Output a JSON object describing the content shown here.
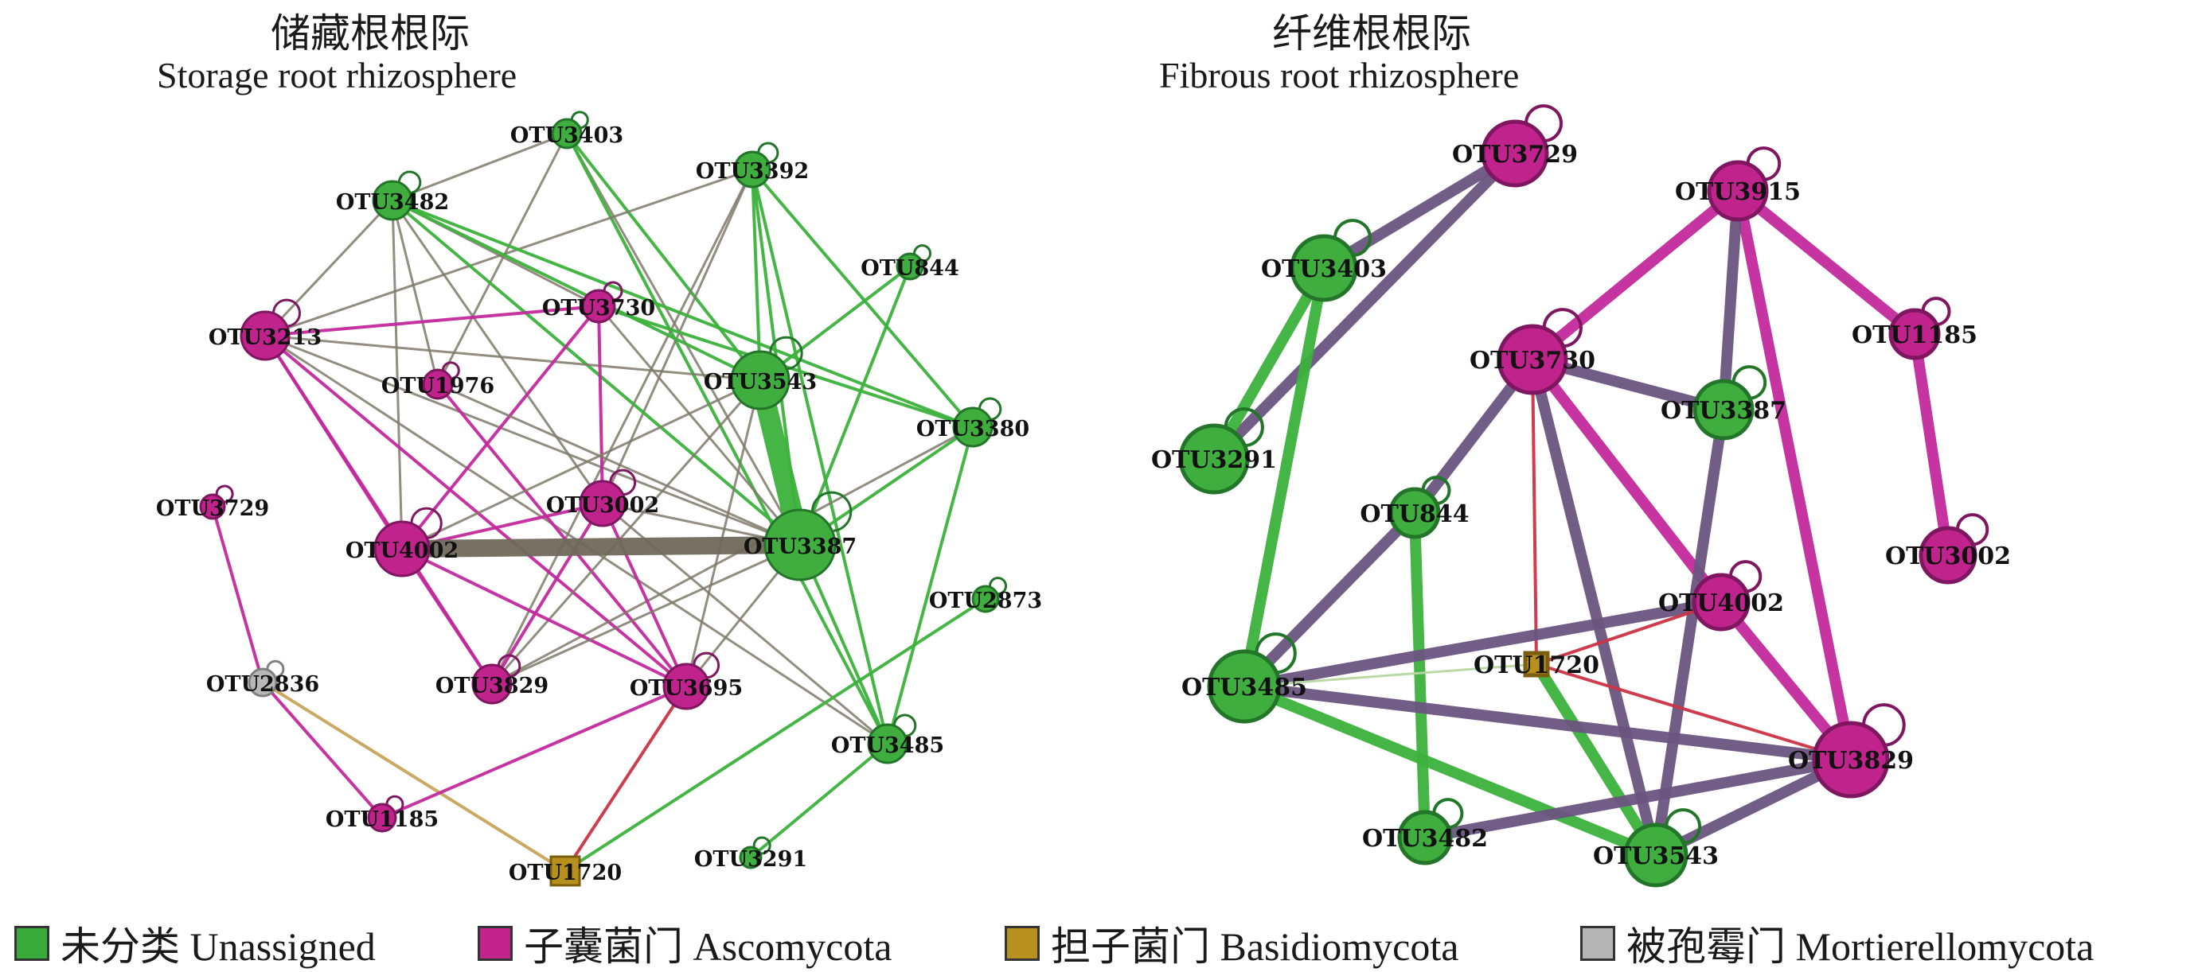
{
  "panels": [
    {
      "title_cn": "储藏根根际",
      "title_en": "Storage root rhizosphere",
      "nodes": [
        {
          "id": "OTU3403",
          "p": "U"
        },
        {
          "id": "OTU3392",
          "p": "U"
        },
        {
          "id": "OTU3482",
          "p": "U"
        },
        {
          "id": "OTU844",
          "p": "U"
        },
        {
          "id": "OTU3213",
          "p": "A"
        },
        {
          "id": "OTU3730",
          "p": "A"
        },
        {
          "id": "OTU3543",
          "p": "U"
        },
        {
          "id": "OTU1976",
          "p": "A"
        },
        {
          "id": "OTU3380",
          "p": "U"
        },
        {
          "id": "OTU3729",
          "p": "A"
        },
        {
          "id": "OTU3002",
          "p": "A"
        },
        {
          "id": "OTU4002",
          "p": "A"
        },
        {
          "id": "OTU3387",
          "p": "U"
        },
        {
          "id": "OTU2873",
          "p": "U"
        },
        {
          "id": "OTU2836",
          "p": "M"
        },
        {
          "id": "OTU3829",
          "p": "A"
        },
        {
          "id": "OTU3695",
          "p": "A"
        },
        {
          "id": "OTU3485",
          "p": "U"
        },
        {
          "id": "OTU1185",
          "p": "A"
        },
        {
          "id": "OTU1720",
          "p": "B"
        },
        {
          "id": "OTU3291",
          "p": "U"
        }
      ],
      "edges": [
        [
          "OTU3403",
          "OTU3482",
          "gray"
        ],
        [
          "OTU3403",
          "OTU1976",
          "gray"
        ],
        [
          "OTU3403",
          "OTU3387",
          "gray"
        ],
        [
          "OTU3403",
          "OTU3543",
          "green"
        ],
        [
          "OTU3403",
          "OTU3485",
          "green"
        ],
        [
          "OTU3392",
          "OTU3213",
          "gray"
        ],
        [
          "OTU3392",
          "OTU3002",
          "gray"
        ],
        [
          "OTU3392",
          "OTU3829",
          "gray"
        ],
        [
          "OTU3392",
          "OTU3387",
          "green"
        ],
        [
          "OTU3392",
          "OTU3543",
          "green"
        ],
        [
          "OTU3392",
          "OTU3380",
          "green"
        ],
        [
          "OTU3392",
          "OTU3485",
          "green"
        ],
        [
          "OTU3482",
          "OTU3213",
          "gray"
        ],
        [
          "OTU3482",
          "OTU4002",
          "gray"
        ],
        [
          "OTU3482",
          "OTU1976",
          "gray"
        ],
        [
          "OTU3482",
          "OTU3730",
          "gray"
        ],
        [
          "OTU3482",
          "OTU3543",
          "green"
        ],
        [
          "OTU3482",
          "OTU3380",
          "green"
        ],
        [
          "OTU3482",
          "OTU3387",
          "green"
        ],
        [
          "OTU3482",
          "OTU3002",
          "gray"
        ],
        [
          "OTU844",
          "OTU3387",
          "green"
        ],
        [
          "OTU844",
          "OTU3543",
          "green"
        ],
        [
          "OTU3213",
          "OTU3730",
          "magenta"
        ],
        [
          "OTU3213",
          "OTU4002",
          "magenta"
        ],
        [
          "OTU3213",
          "OTU3829",
          "magenta"
        ],
        [
          "OTU3213",
          "OTU3695",
          "magenta"
        ],
        [
          "OTU3213",
          "OTU3543",
          "gray"
        ],
        [
          "OTU3213",
          "OTU3387",
          "gray"
        ],
        [
          "OTU3213",
          "OTU3485",
          "gray"
        ],
        [
          "OTU3730",
          "OTU3002",
          "magenta"
        ],
        [
          "OTU3730",
          "OTU4002",
          "magenta"
        ],
        [
          "OTU3730",
          "OTU3380",
          "green"
        ],
        [
          "OTU3730",
          "OTU3387",
          "gray"
        ],
        [
          "OTU1976",
          "OTU3695",
          "magenta"
        ],
        [
          "OTU1976",
          "OTU3387",
          "gray"
        ],
        [
          "OTU3543",
          "OTU3387",
          "greenthick"
        ],
        [
          "OTU3543",
          "OTU4002",
          "gray"
        ],
        [
          "OTU3543",
          "OTU3829",
          "gray"
        ],
        [
          "OTU3543",
          "OTU3695",
          "gray"
        ],
        [
          "OTU3380",
          "OTU3485",
          "green"
        ],
        [
          "OTU3380",
          "OTU3387",
          "green"
        ],
        [
          "OTU3380",
          "OTU3829",
          "gray"
        ],
        [
          "OTU3729",
          "OTU2836",
          "magenta"
        ],
        [
          "OTU3002",
          "OTU4002",
          "magenta"
        ],
        [
          "OTU3002",
          "OTU3829",
          "magenta"
        ],
        [
          "OTU3002",
          "OTU3695",
          "magenta"
        ],
        [
          "OTU3002",
          "OTU3387",
          "gray"
        ],
        [
          "OTU3002",
          "OTU3485",
          "gray"
        ],
        [
          "OTU4002",
          "OTU3387",
          "graythick"
        ],
        [
          "OTU4002",
          "OTU3829",
          "magenta"
        ],
        [
          "OTU4002",
          "OTU3695",
          "magenta"
        ],
        [
          "OTU3387",
          "OTU3485",
          "green"
        ],
        [
          "OTU3387",
          "OTU3829",
          "gray"
        ],
        [
          "OTU3387",
          "OTU3695",
          "gray"
        ],
        [
          "OTU2873",
          "OTU1720",
          "green"
        ],
        [
          "OTU2836",
          "OTU1185",
          "magenta"
        ],
        [
          "OTU2836",
          "OTU1720",
          "gold"
        ],
        [
          "OTU3695",
          "OTU1720",
          "red"
        ],
        [
          "OTU3695",
          "OTU1185",
          "magenta"
        ],
        [
          "OTU3485",
          "OTU3291",
          "green"
        ]
      ]
    },
    {
      "title_cn": "纤维根根际",
      "title_en": "Fibrous root rhizosphere",
      "nodes": [
        {
          "id": "OTU3729",
          "p": "A"
        },
        {
          "id": "OTU3915",
          "p": "A"
        },
        {
          "id": "OTU3403",
          "p": "U"
        },
        {
          "id": "OTU1185",
          "p": "A"
        },
        {
          "id": "OTU3730",
          "p": "A"
        },
        {
          "id": "OTU3387",
          "p": "U"
        },
        {
          "id": "OTU3291",
          "p": "U"
        },
        {
          "id": "OTU844",
          "p": "U"
        },
        {
          "id": "OTU3002",
          "p": "A"
        },
        {
          "id": "OTU4002",
          "p": "A"
        },
        {
          "id": "OTU1720",
          "p": "B"
        },
        {
          "id": "OTU3485",
          "p": "U"
        },
        {
          "id": "OTU3829",
          "p": "A"
        },
        {
          "id": "OTU3482",
          "p": "U"
        },
        {
          "id": "OTU3543",
          "p": "U"
        }
      ],
      "edges": [
        [
          "OTU3729",
          "OTU3403",
          "purple"
        ],
        [
          "OTU3729",
          "OTU3291",
          "purple"
        ],
        [
          "OTU3403",
          "OTU3291",
          "green"
        ],
        [
          "OTU3403",
          "OTU3485",
          "green"
        ],
        [
          "OTU3915",
          "OTU3730",
          "magenta"
        ],
        [
          "OTU3915",
          "OTU1185",
          "magenta"
        ],
        [
          "OTU3915",
          "OTU3829",
          "magenta"
        ],
        [
          "OTU3915",
          "OTU3387",
          "purple"
        ],
        [
          "OTU1185",
          "OTU3002",
          "magenta"
        ],
        [
          "OTU3730",
          "OTU3387",
          "purple"
        ],
        [
          "OTU3730",
          "OTU844",
          "purple"
        ],
        [
          "OTU3730",
          "OTU1720",
          "red"
        ],
        [
          "OTU3730",
          "OTU4002",
          "magenta"
        ],
        [
          "OTU3730",
          "OTU3543",
          "purple"
        ],
        [
          "OTU3387",
          "OTU3543",
          "purple"
        ],
        [
          "OTU844",
          "OTU3482",
          "green"
        ],
        [
          "OTU844",
          "OTU3485",
          "purple"
        ],
        [
          "OTU4002",
          "OTU3485",
          "purple"
        ],
        [
          "OTU4002",
          "OTU1720",
          "red"
        ],
        [
          "OTU4002",
          "OTU3829",
          "magenta"
        ],
        [
          "OTU1720",
          "OTU3485",
          "thin"
        ],
        [
          "OTU1720",
          "OTU3829",
          "red"
        ],
        [
          "OTU1720",
          "OTU3543",
          "green"
        ],
        [
          "OTU3485",
          "OTU3829",
          "purple"
        ],
        [
          "OTU3485",
          "OTU3543",
          "green"
        ],
        [
          "OTU3829",
          "OTU3482",
          "purple"
        ],
        [
          "OTU3829",
          "OTU3543",
          "purple"
        ]
      ]
    }
  ],
  "legend": [
    {
      "key": "U",
      "label": "未分类 Unassigned",
      "color": "#3aaa3a"
    },
    {
      "key": "A",
      "label": "子囊菌门 Ascomycota",
      "color": "#c2238c"
    },
    {
      "key": "B",
      "label": "担子菌门 Basidiomycota",
      "color": "#b8901e"
    },
    {
      "key": "M",
      "label": "被孢霉门 Mortierellomycota",
      "color": "#b4b4b4"
    }
  ],
  "edge_colors": {
    "gray": "#807a6a",
    "graythick": "#6f6a5b",
    "green": "#3cb23c",
    "greenthick": "#3cb23c",
    "magenta": "#c22a9c",
    "red": "#cc3344",
    "gold": "#c8a55a",
    "purple": "#6b5580",
    "thin": "#b8d7a0"
  }
}
